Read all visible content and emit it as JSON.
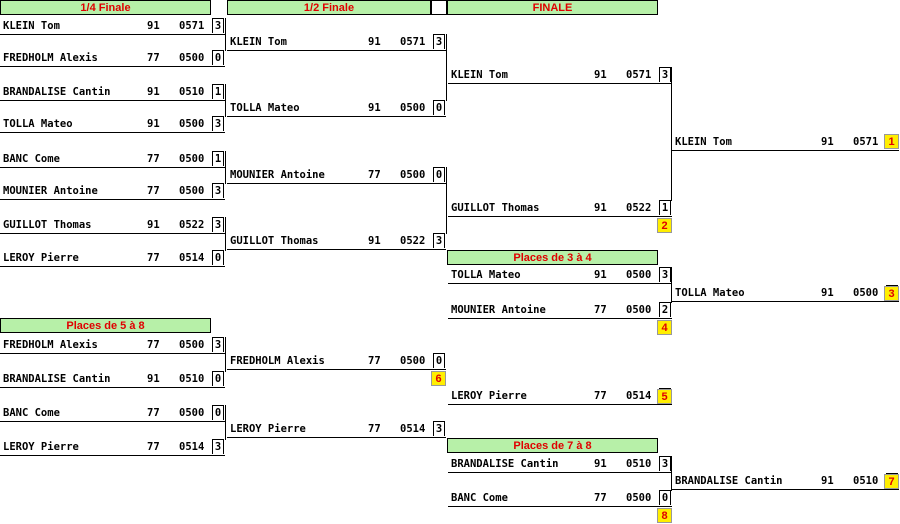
{
  "headers": {
    "qf": "1/4 Finale",
    "sf": "1/2 Finale",
    "final": "FINALE",
    "p34": "Places de 3 à 4",
    "p58": "Places de 5 à 8",
    "p78": "Places de 7 à 8"
  },
  "entries": [
    {
      "name": "KLEIN Tom",
      "n1": "91",
      "n2": "0571",
      "score": "3"
    },
    {
      "name": "FREDHOLM Alexis",
      "n1": "77",
      "n2": "0500",
      "score": "0"
    },
    {
      "name": "BRANDALISE Cantin",
      "n1": "91",
      "n2": "0510",
      "score": "1"
    },
    {
      "name": "TOLLA Mateo",
      "n1": "91",
      "n2": "0500",
      "score": "3"
    },
    {
      "name": "BANC Come",
      "n1": "77",
      "n2": "0500",
      "score": "1"
    },
    {
      "name": "MOUNIER Antoine",
      "n1": "77",
      "n2": "0500",
      "score": "3"
    },
    {
      "name": "GUILLOT Thomas",
      "n1": "91",
      "n2": "0522",
      "score": "3"
    },
    {
      "name": "LEROY Pierre",
      "n1": "77",
      "n2": "0514",
      "score": "0"
    },
    {
      "name": "KLEIN Tom",
      "n1": "91",
      "n2": "0571",
      "score": "3"
    },
    {
      "name": "TOLLA Mateo",
      "n1": "91",
      "n2": "0500",
      "score": "0"
    },
    {
      "name": "MOUNIER Antoine",
      "n1": "77",
      "n2": "0500",
      "score": "0"
    },
    {
      "name": "GUILLOT Thomas",
      "n1": "91",
      "n2": "0522",
      "score": "3"
    },
    {
      "name": "KLEIN Tom",
      "n1": "91",
      "n2": "0571",
      "score": "3"
    },
    {
      "name": "GUILLOT Thomas",
      "n1": "91",
      "n2": "0522",
      "score": "1"
    },
    {
      "name": "KLEIN Tom",
      "n1": "91",
      "n2": "0571",
      "score": ""
    },
    {
      "name": "TOLLA Mateo",
      "n1": "91",
      "n2": "0500",
      "score": "3"
    },
    {
      "name": "MOUNIER Antoine",
      "n1": "77",
      "n2": "0500",
      "score": "2"
    },
    {
      "name": "TOLLA Mateo",
      "n1": "91",
      "n2": "0500",
      "score": ""
    },
    {
      "name": "FREDHOLM Alexis",
      "n1": "77",
      "n2": "0500",
      "score": "3"
    },
    {
      "name": "BRANDALISE Cantin",
      "n1": "91",
      "n2": "0510",
      "score": "0"
    },
    {
      "name": "BANC Come",
      "n1": "77",
      "n2": "0500",
      "score": "0"
    },
    {
      "name": "LEROY Pierre",
      "n1": "77",
      "n2": "0514",
      "score": "3"
    },
    {
      "name": "FREDHOLM Alexis",
      "n1": "77",
      "n2": "0500",
      "score": "0"
    },
    {
      "name": "LEROY Pierre",
      "n1": "77",
      "n2": "0514",
      "score": "3"
    },
    {
      "name": "LEROY Pierre",
      "n1": "77",
      "n2": "0514",
      "score": ""
    },
    {
      "name": "BRANDALISE Cantin",
      "n1": "91",
      "n2": "0510",
      "score": "3"
    },
    {
      "name": "BANC Come",
      "n1": "77",
      "n2": "0500",
      "score": "0"
    },
    {
      "name": "BRANDALISE Cantin",
      "n1": "91",
      "n2": "0510",
      "score": ""
    }
  ],
  "ranks": [
    "1",
    "2",
    "3",
    "4",
    "5",
    "6",
    "7",
    "8"
  ]
}
